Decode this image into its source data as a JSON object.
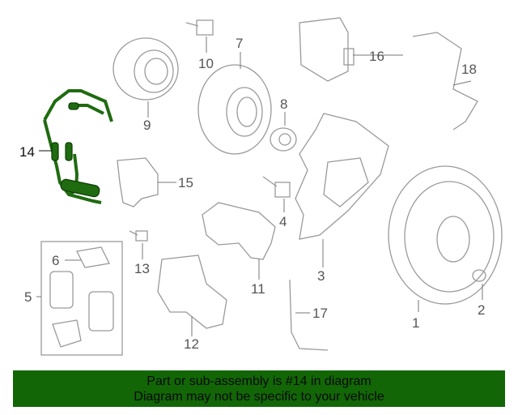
{
  "diagram": {
    "callouts": [
      {
        "num": "1",
        "part": "rotor"
      },
      {
        "num": "2",
        "part": "bolt"
      },
      {
        "num": "3",
        "part": "dust-shield"
      },
      {
        "num": "4",
        "part": "bolt"
      },
      {
        "num": "5",
        "part": "pad-kit"
      },
      {
        "num": "6",
        "part": "pad-clips"
      },
      {
        "num": "7",
        "part": "hub"
      },
      {
        "num": "8",
        "part": "nut"
      },
      {
        "num": "9",
        "part": "bearing"
      },
      {
        "num": "10",
        "part": "bolt"
      },
      {
        "num": "11",
        "part": "caliper"
      },
      {
        "num": "12",
        "part": "caliper-bracket"
      },
      {
        "num": "13",
        "part": "bolt"
      },
      {
        "num": "14",
        "part": "wear-sensor-harness"
      },
      {
        "num": "15",
        "part": "actuator"
      },
      {
        "num": "16",
        "part": "control-module"
      },
      {
        "num": "17",
        "part": "wear-sensor"
      },
      {
        "num": "18",
        "part": "speed-sensor"
      }
    ],
    "highlight_color": "#1f6b10"
  },
  "banner": {
    "line1": "Part or sub-assembly is #14 in diagram",
    "line2": "Diagram may not be specific to your vehicle",
    "color": "#126606"
  }
}
